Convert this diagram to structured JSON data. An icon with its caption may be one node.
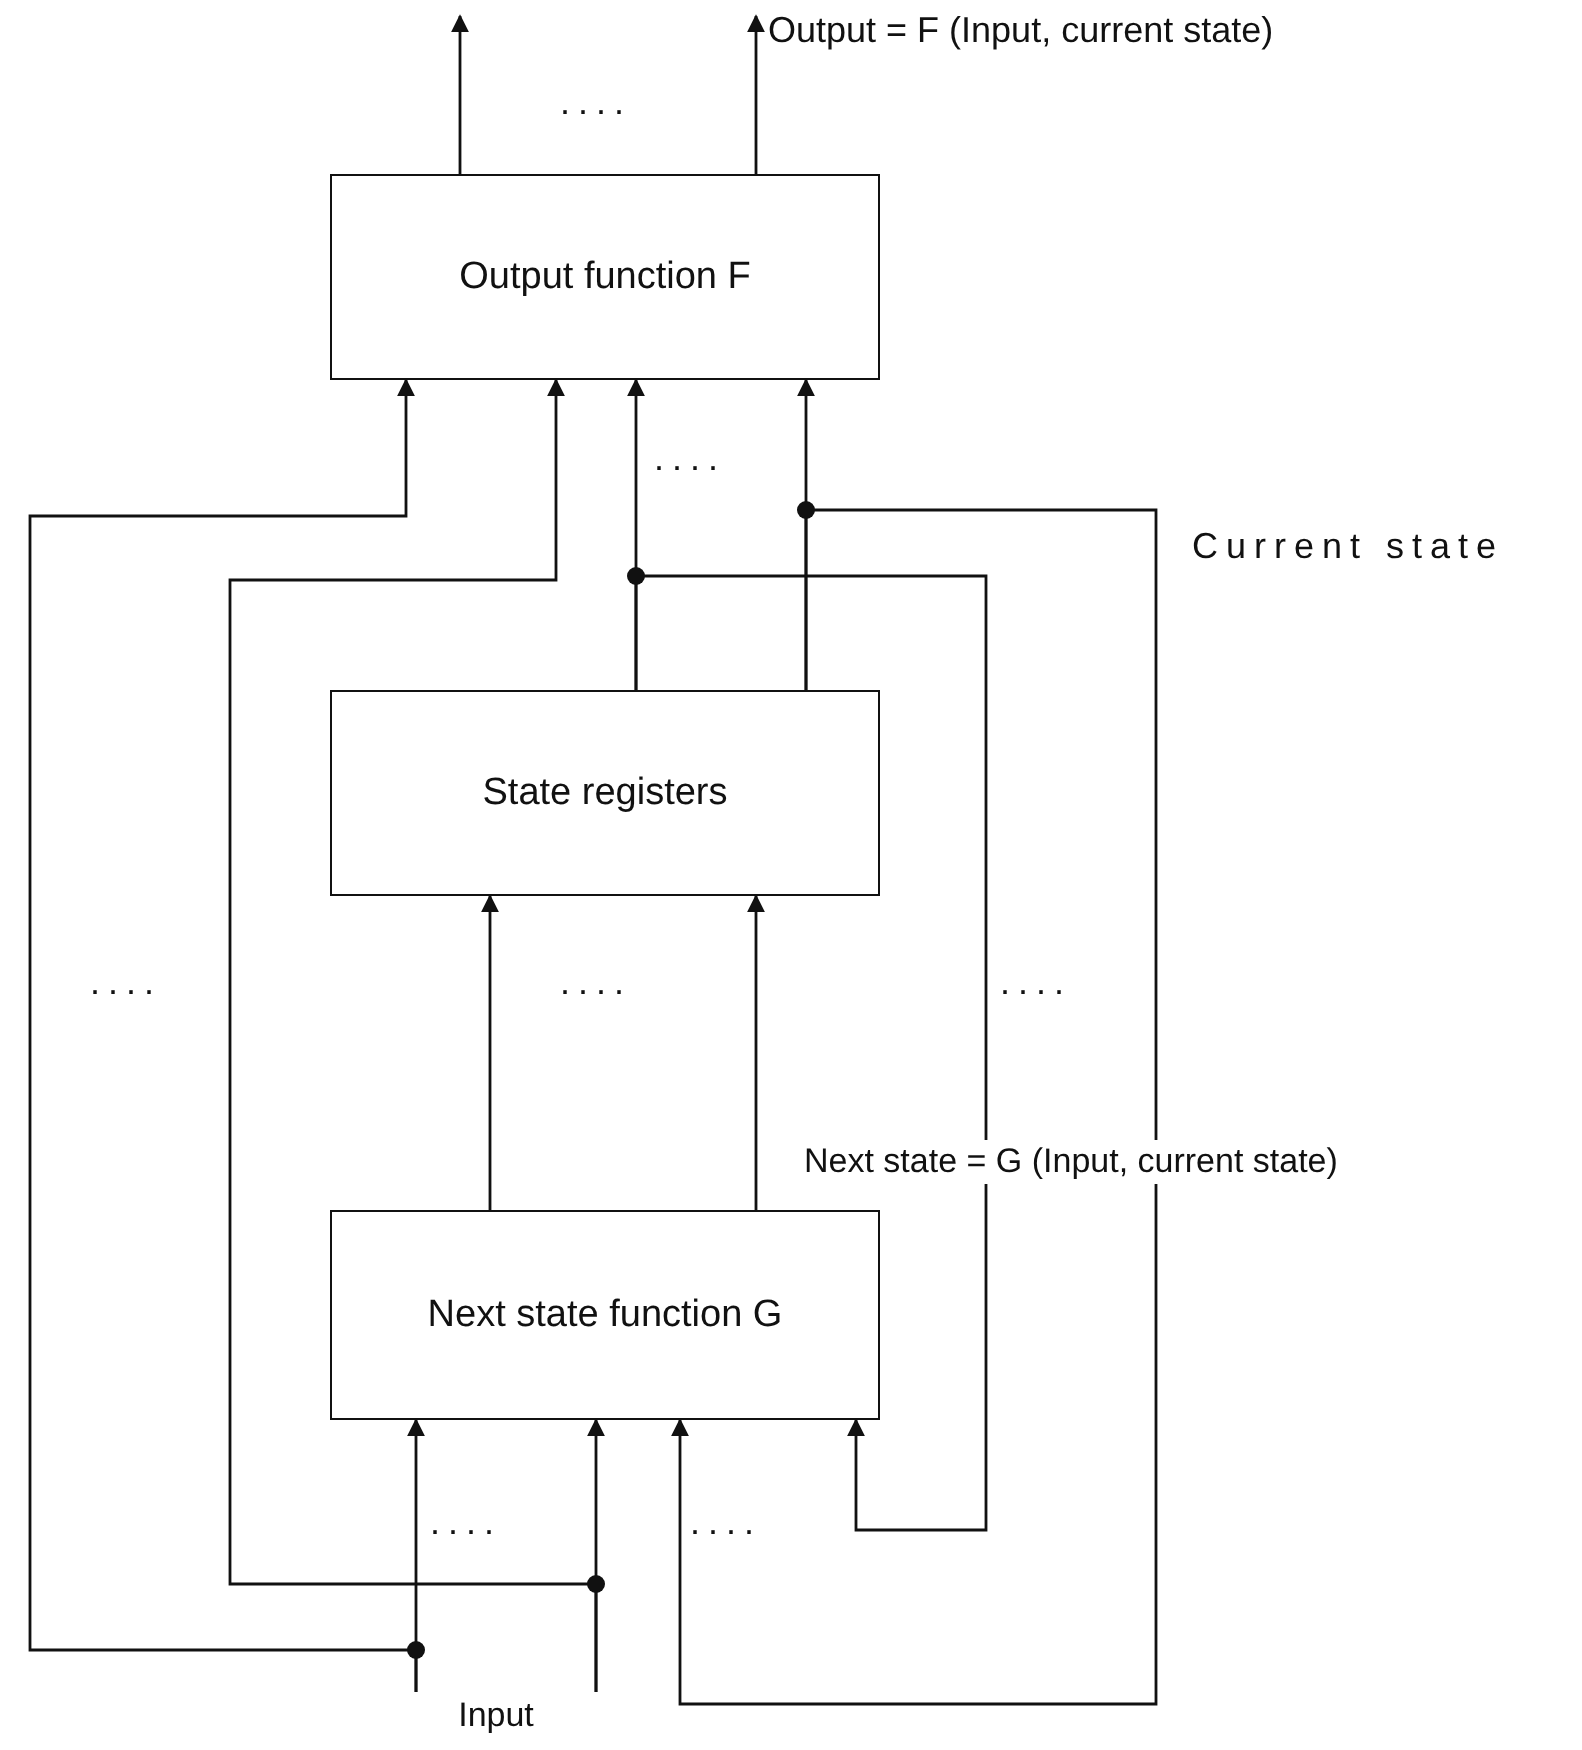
{
  "diagram": {
    "nodes": [
      {
        "text": [
          "Output function F"
        ]
      },
      {
        "text": [
          "State registers"
        ]
      },
      {
        "text": [
          "Next state function G"
        ]
      },
      {
        "text": [
          "Input"
        ]
      },
      {
        "text": [
          "Output = F (Input, current state)"
        ]
      }
    ],
    "edges": [
      {
        "from": 0,
        "to": null,
        "arrow": "to"
      },
      {
        "from": 0,
        "to": 4,
        "arrow": "to"
      },
      {
        "from": 3,
        "to": 2,
        "arrow": "to"
      },
      {
        "from": 3,
        "to": 2,
        "arrow": "to"
      },
      {
        "from": 3,
        "to": 0,
        "arrow": "to"
      },
      {
        "from": 3,
        "to": 0,
        "arrow": "to"
      },
      {
        "from": 1,
        "to": 0,
        "arrow": "to"
      },
      {
        "from": 1,
        "to": 0,
        "arrow": "to"
      },
      {
        "from": 1,
        "to": 2,
        "arrow": "to"
      },
      {
        "from": 1,
        "to": 2,
        "arrow": "to"
      },
      {
        "from": 2,
        "to": 1,
        "arrow": "to"
      },
      {
        "from": 2,
        "to": 1,
        "arrow": "to"
      }
    ],
    "labels": [
      "....",
      "....",
      "Current state",
      "....",
      "....",
      "....",
      "Next state = G (Input, current state)",
      "....",
      "...."
    ]
  }
}
